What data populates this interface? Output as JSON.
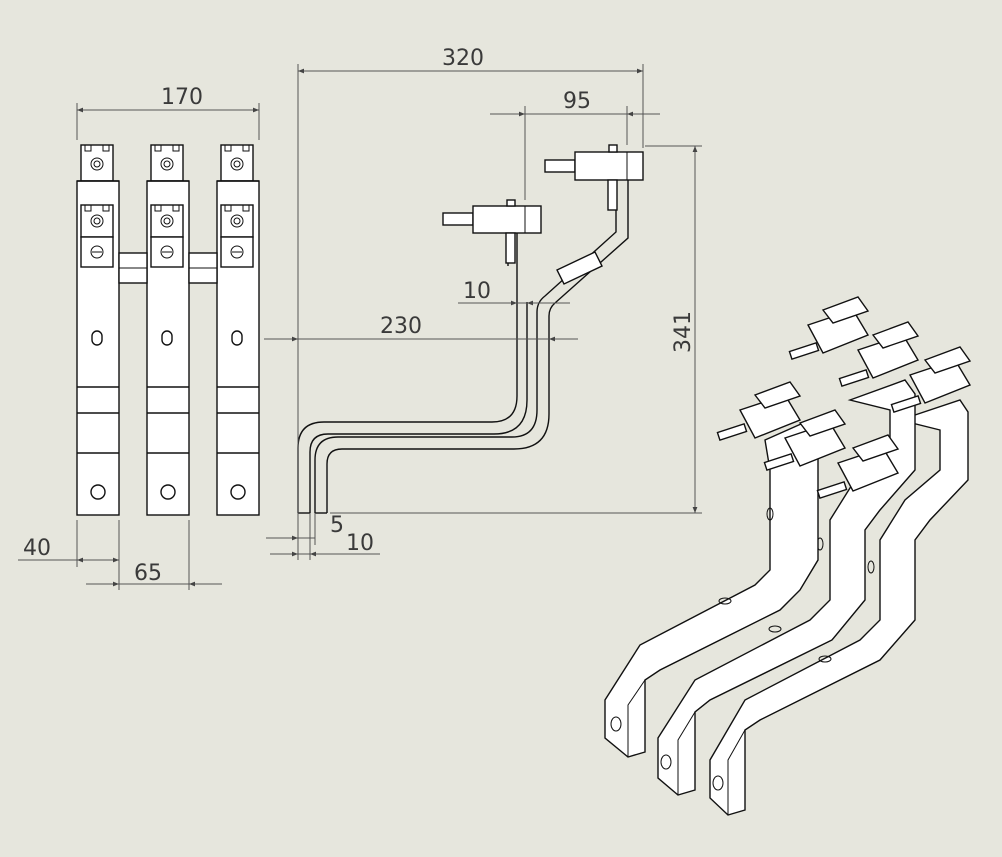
{
  "drawing": {
    "views": [
      "front-view",
      "side-view",
      "isometric-view"
    ],
    "dimensions": {
      "overall_width_front": "170",
      "left_offset": "40",
      "pitch": "65",
      "overall_width_side": "320",
      "top_offset": "95",
      "bar_spacing": "10",
      "vertical_reach": "230",
      "overall_height": "341",
      "thickness_5": "5",
      "thickness_10": "10"
    }
  },
  "colors": {
    "background": "#e6e6dd",
    "line": "#111111",
    "dimension": "#555555",
    "text": "#3a3a3a"
  }
}
